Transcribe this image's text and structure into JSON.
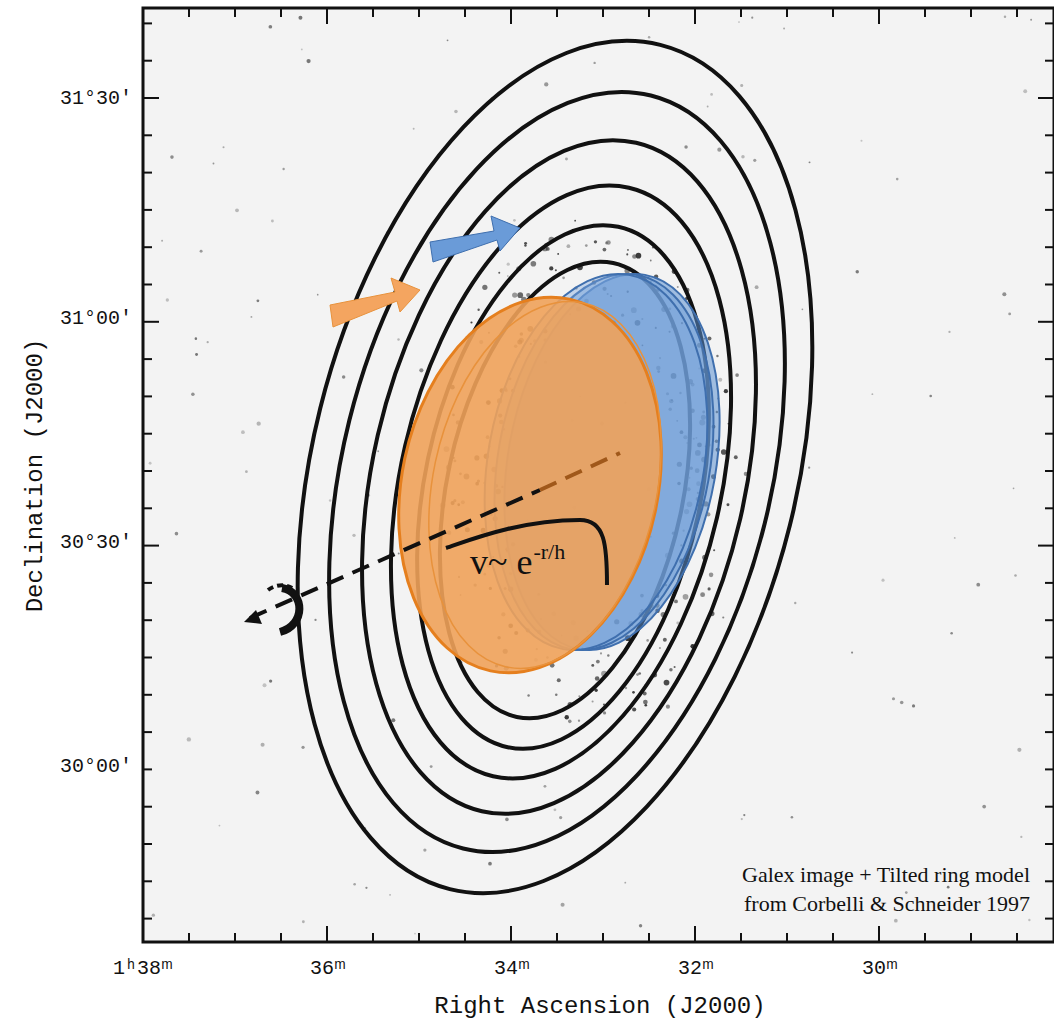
{
  "diagram": {
    "labels": [
      "31°30′",
      "31°00′",
      "30°30′",
      "30°00′",
      "Declination (J2000)",
      "1ʰ38ᵐ",
      "36ᵐ",
      "34ᵐ",
      "32ᵐ",
      "30ᵐ",
      "Right Ascension (J2000)",
      "Galex image + Tilted ring model from Corbelli & Schneider 1997",
      "v~ e",
      "-r/h"
    ]
  }
}
